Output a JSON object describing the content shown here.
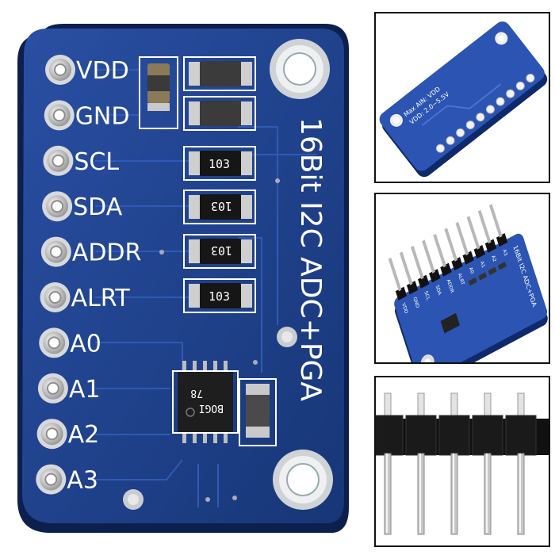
{
  "board": {
    "title": "16Bit I2C ADC+PGA",
    "pin_labels": [
      "VDD",
      "GND",
      "SCL",
      "SDA",
      "ADDR",
      "ALRT",
      "A0",
      "A1",
      "A2",
      "A3"
    ],
    "resistor_code": "103",
    "chip_marking_line1": "BOGI",
    "chip_marking_line2": "78",
    "pcb_color": "#1f3f8f"
  },
  "thumb_top": {
    "silk_line1": "Max AIN: VDD",
    "silk_line2": "VDD: 2.0~5.5V"
  },
  "thumb_middle": {
    "title": "16Bit I2C ADC+PGA",
    "pin_labels": [
      "VDD",
      "GND",
      "SCL",
      "SDA",
      "ADDR",
      "ALRT",
      "A0",
      "A1",
      "A2",
      "A3"
    ]
  },
  "thumb_bottom": {
    "header_color": "#111111",
    "pin_color": "#c8c8c8"
  }
}
